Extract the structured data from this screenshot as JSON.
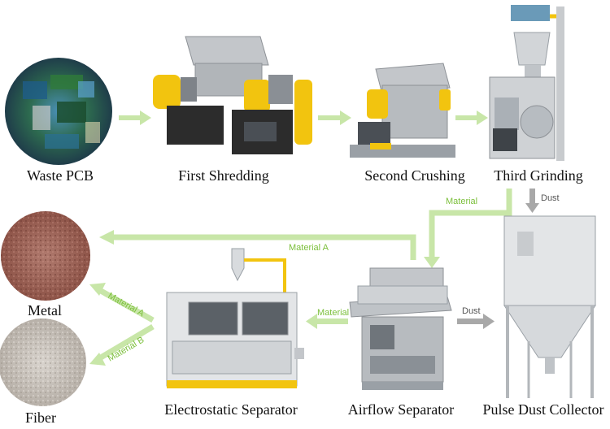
{
  "nodes": {
    "waste_pcb": "Waste PCB",
    "first_shredding": "First Shredding",
    "second_crushing": "Second Crushing",
    "third_grinding": "Third Grinding",
    "metal": "Metal",
    "fiber": "Fiber",
    "electrostatic_separator": "Electrostatic Separator",
    "airflow_separator": "Airflow Separator",
    "pulse_dust_collector": "Pulse Dust Collector"
  },
  "flows": {
    "grinding_to_airflow": "Material",
    "grinding_to_dust": "Dust",
    "airflow_to_metal_return": "Material A",
    "airflow_to_electrostatic": "Material",
    "airflow_to_dust": "Dust",
    "electrostatic_to_metal": "Material A",
    "electrostatic_to_fiber": "Material B"
  },
  "colors": {
    "arrow_green": "#c8e6a8",
    "arrow_label_green": "#7bbf3a",
    "arrow_grey": "#a8a8a8",
    "machine_yellow": "#f2c40f",
    "machine_grey": "#b9bcc0",
    "metal_particles": "#a8675c",
    "fiber_particles": "#c9c3bc"
  }
}
